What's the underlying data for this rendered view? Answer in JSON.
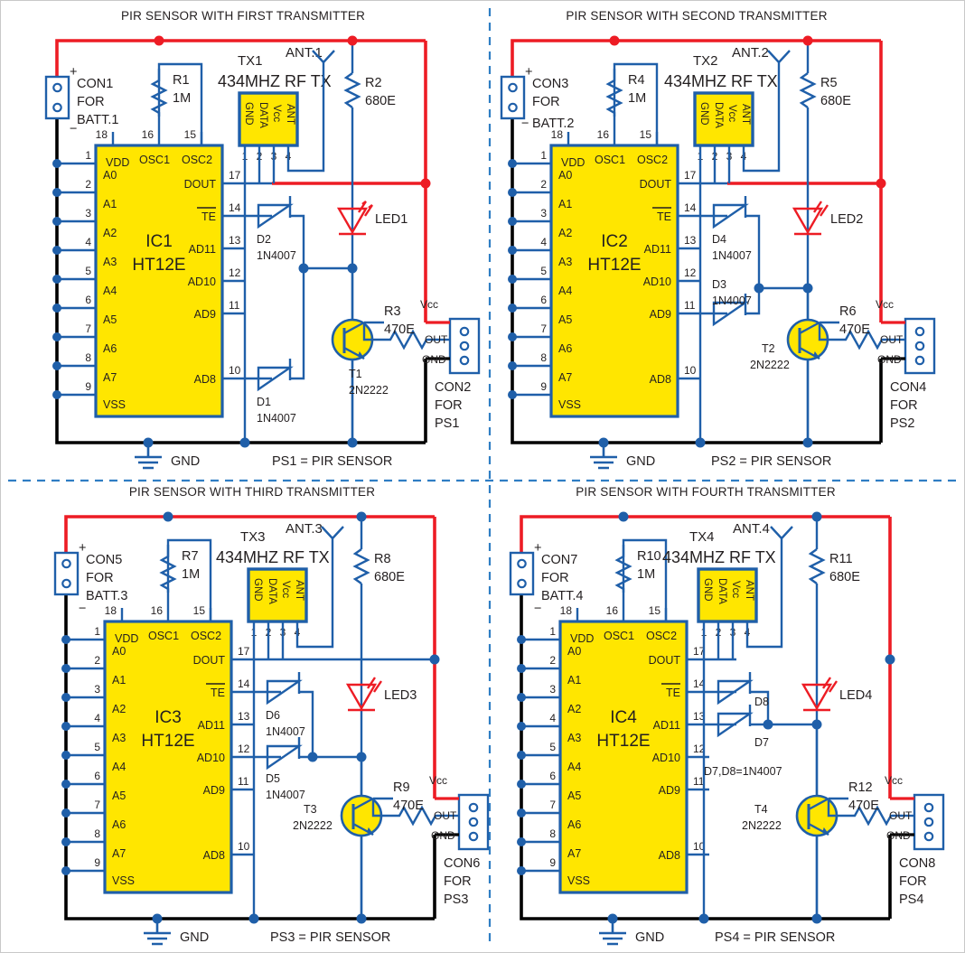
{
  "page": {
    "background": "#ffffff",
    "border_color": "#c9c9c9",
    "wire_color": "#1f5fa9",
    "power_color": "#ed1c24",
    "ground_color": "#000000",
    "chip_fill": "#ffe600",
    "chip_stroke": "#1f5fa9",
    "divider_color": "#2f7ec4"
  },
  "quadrants": [
    {
      "id": "q1",
      "title": "PIR SENSOR WITH FIRST TRANSMITTER",
      "battery_connector": {
        "name": "CON1",
        "for": "FOR",
        "target": "BATT.1",
        "plus": "+",
        "minus": "−"
      },
      "osc_resistor": {
        "ref": "R1",
        "value": "1M"
      },
      "led_resistor": {
        "ref": "R2",
        "value": "680E"
      },
      "base_resistor": {
        "ref": "R3",
        "value": "470E"
      },
      "ic": {
        "ref": "IC1",
        "part": "HT12E",
        "left_pins": [
          {
            "num": "1",
            "label": "A0"
          },
          {
            "num": "2",
            "label": "A1"
          },
          {
            "num": "3",
            "label": "A2"
          },
          {
            "num": "4",
            "label": "A3"
          },
          {
            "num": "5",
            "label": "A4"
          },
          {
            "num": "6",
            "label": "A5"
          },
          {
            "num": "7",
            "label": "A6"
          },
          {
            "num": "8",
            "label": "A7"
          },
          {
            "num": "9",
            "label": "VSS"
          }
        ],
        "top_pins": [
          {
            "num": "18",
            "label": "VDD"
          },
          {
            "num": "16",
            "label": "OSC1"
          },
          {
            "num": "15",
            "label": "OSC2"
          }
        ],
        "right_pins": [
          {
            "num": "17",
            "label": "DOUT"
          },
          {
            "num": "14",
            "label": "TE"
          },
          {
            "num": "13",
            "label": "AD11"
          },
          {
            "num": "12",
            "label": "AD10"
          },
          {
            "num": "11",
            "label": "AD9"
          },
          {
            "num": "10",
            "label": "AD8"
          }
        ]
      },
      "tx_module": {
        "ref": "TX1",
        "desc": "434MHZ RF TX",
        "antenna": "ANT.1",
        "pin_labels": [
          "GND",
          "DATA",
          "Vcc",
          "ANT"
        ],
        "pin_numbers": [
          "1",
          "2",
          "3",
          "4"
        ]
      },
      "led": "LED1",
      "diodes": [
        {
          "ref": "D2",
          "part": "1N4007"
        },
        {
          "ref": "D1",
          "part": "1N4007"
        }
      ],
      "transistor": {
        "ref": "T1",
        "part": "2N2222"
      },
      "sensor_connector": {
        "name": "CON2",
        "for": "FOR",
        "target": "PS1",
        "pins": [
          "Vcc",
          "OUT",
          "GND"
        ]
      },
      "ground_label": "GND",
      "footnote": "PS1 = PIR SENSOR"
    },
    {
      "id": "q2",
      "title": "PIR SENSOR WITH SECOND TRANSMITTER",
      "battery_connector": {
        "name": "CON3",
        "for": "FOR",
        "target": "BATT.2",
        "plus": "+",
        "minus": "−"
      },
      "osc_resistor": {
        "ref": "R4",
        "value": "1M"
      },
      "led_resistor": {
        "ref": "R5",
        "value": "680E"
      },
      "base_resistor": {
        "ref": "R6",
        "value": "470E"
      },
      "ic": {
        "ref": "IC2",
        "part": "HT12E",
        "left_pins": [
          {
            "num": "1",
            "label": "A0"
          },
          {
            "num": "2",
            "label": "A1"
          },
          {
            "num": "3",
            "label": "A2"
          },
          {
            "num": "4",
            "label": "A3"
          },
          {
            "num": "5",
            "label": "A4"
          },
          {
            "num": "6",
            "label": "A5"
          },
          {
            "num": "7",
            "label": "A6"
          },
          {
            "num": "8",
            "label": "A7"
          },
          {
            "num": "9",
            "label": "VSS"
          }
        ],
        "top_pins": [
          {
            "num": "18",
            "label": "VDD"
          },
          {
            "num": "16",
            "label": "OSC1"
          },
          {
            "num": "15",
            "label": "OSC2"
          }
        ],
        "right_pins": [
          {
            "num": "17",
            "label": "DOUT"
          },
          {
            "num": "14",
            "label": "TE"
          },
          {
            "num": "13",
            "label": "AD11"
          },
          {
            "num": "12",
            "label": "AD10"
          },
          {
            "num": "11",
            "label": "AD9"
          },
          {
            "num": "10",
            "label": "AD8"
          }
        ]
      },
      "tx_module": {
        "ref": "TX2",
        "desc": "434MHZ RF TX",
        "antenna": "ANT.2",
        "pin_labels": [
          "GND",
          "DATA",
          "Vcc",
          "ANT"
        ],
        "pin_numbers": [
          "1",
          "2",
          "3",
          "4"
        ]
      },
      "led": "LED2",
      "diodes": [
        {
          "ref": "D4",
          "part": "1N4007"
        },
        {
          "ref": "D3",
          "part": "1N4007"
        }
      ],
      "transistor": {
        "ref": "T2",
        "part": "2N2222"
      },
      "sensor_connector": {
        "name": "CON4",
        "for": "FOR",
        "target": "PS2",
        "pins": [
          "Vcc",
          "OUT",
          "GND"
        ]
      },
      "ground_label": "GND",
      "footnote": "PS2 = PIR SENSOR"
    },
    {
      "id": "q3",
      "title": "PIR SENSOR WITH THIRD TRANSMITTER",
      "battery_connector": {
        "name": "CON5",
        "for": "FOR",
        "target": "BATT.3",
        "plus": "+",
        "minus": "−"
      },
      "osc_resistor": {
        "ref": "R7",
        "value": "1M"
      },
      "led_resistor": {
        "ref": "R8",
        "value": "680E"
      },
      "base_resistor": {
        "ref": "R9",
        "value": "470E"
      },
      "ic": {
        "ref": "IC3",
        "part": "HT12E",
        "left_pins": [
          {
            "num": "1",
            "label": "A0"
          },
          {
            "num": "2",
            "label": "A1"
          },
          {
            "num": "3",
            "label": "A2"
          },
          {
            "num": "4",
            "label": "A3"
          },
          {
            "num": "5",
            "label": "A4"
          },
          {
            "num": "6",
            "label": "A5"
          },
          {
            "num": "7",
            "label": "A6"
          },
          {
            "num": "8",
            "label": "A7"
          },
          {
            "num": "9",
            "label": "VSS"
          }
        ],
        "top_pins": [
          {
            "num": "18",
            "label": "VDD"
          },
          {
            "num": "16",
            "label": "OSC1"
          },
          {
            "num": "15",
            "label": "OSC2"
          }
        ],
        "right_pins": [
          {
            "num": "17",
            "label": "DOUT"
          },
          {
            "num": "14",
            "label": "TE"
          },
          {
            "num": "13",
            "label": "AD11"
          },
          {
            "num": "12",
            "label": "AD10"
          },
          {
            "num": "11",
            "label": "AD9"
          },
          {
            "num": "10",
            "label": "AD8"
          }
        ]
      },
      "tx_module": {
        "ref": "TX3",
        "desc": "434MHZ RF TX",
        "antenna": "ANT.3",
        "pin_labels": [
          "GND",
          "DATA",
          "Vcc",
          "ANT"
        ],
        "pin_numbers": [
          "1",
          "2",
          "3",
          "4"
        ]
      },
      "led": "LED3",
      "diodes": [
        {
          "ref": "D6",
          "part": "1N4007"
        },
        {
          "ref": "D5",
          "part": "1N4007"
        }
      ],
      "transistor": {
        "ref": "T3",
        "part": "2N2222"
      },
      "sensor_connector": {
        "name": "CON6",
        "for": "FOR",
        "target": "PS3",
        "pins": [
          "Vcc",
          "OUT",
          "GND"
        ]
      },
      "ground_label": "GND",
      "footnote": "PS3 = PIR SENSOR"
    },
    {
      "id": "q4",
      "title": "PIR SENSOR WITH FOURTH TRANSMITTER",
      "battery_connector": {
        "name": "CON7",
        "for": "FOR",
        "target": "BATT.4",
        "plus": "+",
        "minus": "−"
      },
      "osc_resistor": {
        "ref": "R10",
        "value": "1M"
      },
      "led_resistor": {
        "ref": "R11",
        "value": "680E"
      },
      "base_resistor": {
        "ref": "R12",
        "value": "470E"
      },
      "ic": {
        "ref": "IC4",
        "part": "HT12E",
        "left_pins": [
          {
            "num": "1",
            "label": "A0"
          },
          {
            "num": "2",
            "label": "A1"
          },
          {
            "num": "3",
            "label": "A2"
          },
          {
            "num": "4",
            "label": "A3"
          },
          {
            "num": "5",
            "label": "A4"
          },
          {
            "num": "6",
            "label": "A5"
          },
          {
            "num": "7",
            "label": "A6"
          },
          {
            "num": "8",
            "label": "A7"
          },
          {
            "num": "9",
            "label": "VSS"
          }
        ],
        "top_pins": [
          {
            "num": "18",
            "label": "VDD"
          },
          {
            "num": "16",
            "label": "OSC1"
          },
          {
            "num": "15",
            "label": "OSC2"
          }
        ],
        "right_pins": [
          {
            "num": "17",
            "label": "DOUT"
          },
          {
            "num": "14",
            "label": "TE"
          },
          {
            "num": "13",
            "label": "AD11"
          },
          {
            "num": "12",
            "label": "AD10"
          },
          {
            "num": "11",
            "label": "AD9"
          },
          {
            "num": "10",
            "label": "AD8"
          }
        ]
      },
      "tx_module": {
        "ref": "TX4",
        "desc": "434MHZ RF TX",
        "antenna": "ANT.4",
        "pin_labels": [
          "GND",
          "DATA",
          "Vcc",
          "ANT"
        ],
        "pin_numbers": [
          "1",
          "2",
          "3",
          "4"
        ]
      },
      "led": "LED4",
      "diodes": [
        {
          "ref": "D8",
          "part": ""
        },
        {
          "ref": "D7",
          "part": ""
        }
      ],
      "diode_note": "D7,D8=1N4007",
      "transistor": {
        "ref": "T4",
        "part": "2N2222"
      },
      "sensor_connector": {
        "name": "CON8",
        "for": "FOR",
        "target": "PS4",
        "pins": [
          "Vcc",
          "OUT",
          "GND"
        ]
      },
      "ground_label": "GND",
      "footnote": "PS4 = PIR SENSOR"
    }
  ]
}
